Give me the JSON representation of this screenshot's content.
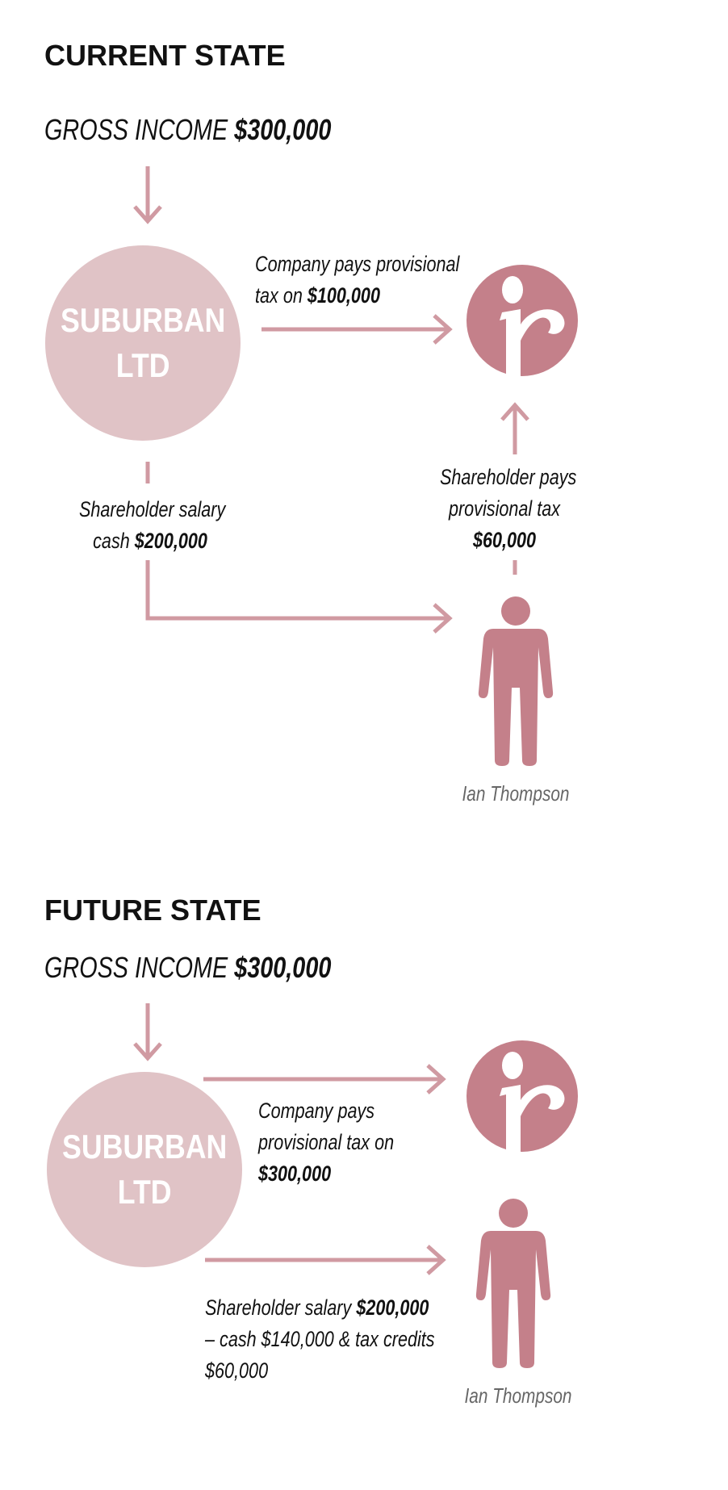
{
  "colors": {
    "company": "#e0c3c6",
    "ird": "#c4808a",
    "arrow": "#d09aa2"
  },
  "current": {
    "heading": "CURRENT STATE",
    "gross_label": "GROSS INCOME",
    "gross_value": "$300,000",
    "company_line1": "SUBURBAN",
    "company_line2": "LTD",
    "company_tax_line1": "Company pays provisional",
    "company_tax_line2": "tax on",
    "company_tax_value": "$100,000",
    "shareholder_tax_line1": "Shareholder pays",
    "shareholder_tax_line2": "provisional tax",
    "shareholder_tax_value": "$60,000",
    "salary_line1": "Shareholder salary",
    "salary_line2": "cash",
    "salary_value": "$200,000",
    "person_name": "Ian Thompson"
  },
  "future": {
    "heading": "FUTURE STATE",
    "gross_label": "GROSS INCOME",
    "gross_value": "$300,000",
    "company_line1": "SUBURBAN",
    "company_line2": "LTD",
    "company_tax_line1": "Company pays",
    "company_tax_line2": "provisional tax on",
    "company_tax_value": "$300,000",
    "salary_line1": "Shareholder  salary",
    "salary_value": "$200,000",
    "salary_line2": "– cash $140,000 & tax credits",
    "salary_line3": "$60,000",
    "person_name": "Ian Thompson"
  }
}
